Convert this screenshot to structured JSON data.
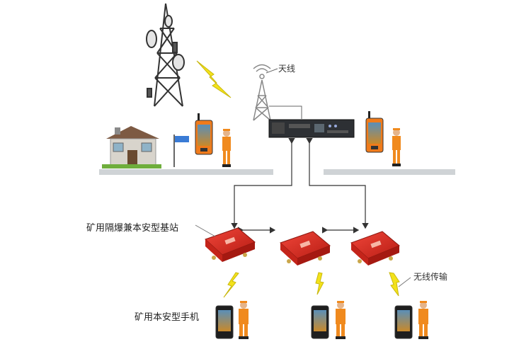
{
  "labels": {
    "antenna": "天线",
    "base_station": "矿用隔爆兼本安型基站",
    "handset": "矿用本安型手机",
    "wireless": "无线传输"
  },
  "icons": [
    "cell-tower-icon",
    "lightning-icon",
    "antenna-mast-icon",
    "rack-server-icon",
    "house-icon",
    "signpost-icon",
    "handset-icon",
    "worker-icon",
    "base-station-icon"
  ],
  "colors": {
    "base_station_red": "#e0291f",
    "lightning_yellow": "#f3e21b",
    "handset_orange": "#f07b1b",
    "worker_orange": "#f08a1e",
    "ground_gray": "#cfd3d6",
    "connector_line": "#333333"
  }
}
